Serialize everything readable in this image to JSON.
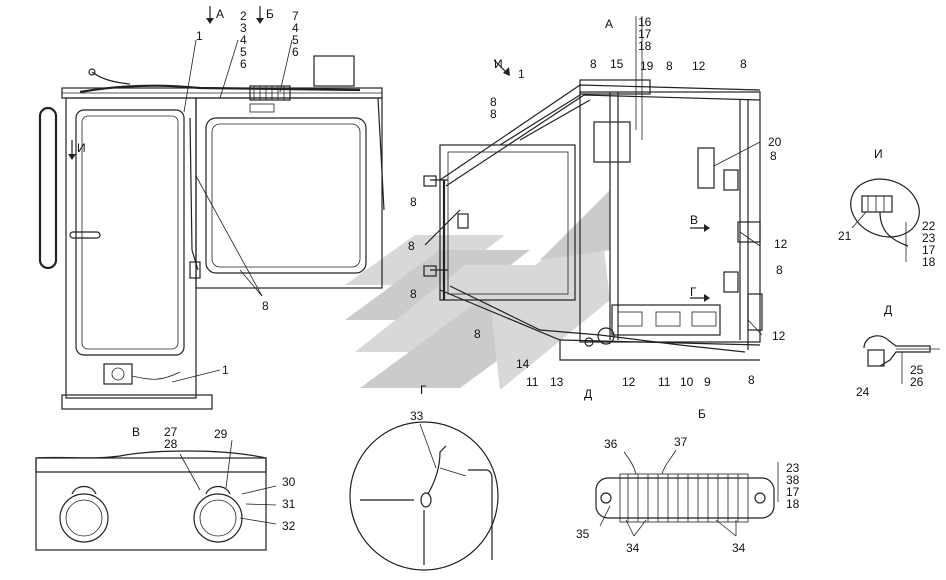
{
  "views": {
    "A": "А",
    "B": "Б",
    "V": "В",
    "G": "Г",
    "D": "Д",
    "I": "И"
  },
  "main_left": {
    "arrow_a": "А",
    "arrow_b": "Б",
    "col1": [
      "2",
      "3",
      "4",
      "5",
      "6"
    ],
    "col2": [
      "7",
      "4",
      "5",
      "6"
    ],
    "lbl_1_top": "1",
    "lbl_1_bottom": "1",
    "lbl_8": "8",
    "arrow_i": "И"
  },
  "main_right": {
    "title": "А",
    "col_top": [
      "16",
      "17",
      "18"
    ],
    "labels": {
      "i_arrow": "И",
      "n1": "1",
      "n8a": "8",
      "n15": "15",
      "n19": "19",
      "n8b": "8",
      "n12a": "12",
      "n8c": "8",
      "n8d": "8",
      "n20": "20",
      "n8e": "8",
      "n8f": "8",
      "n8g": "8",
      "n8h": "8",
      "n8i": "8",
      "v_arrow": "В",
      "n12b": "12",
      "g_arrow": "Г",
      "n8j": "8",
      "n12c": "12",
      "n8k": "8",
      "n14": "14",
      "n11a": "11",
      "n13": "13",
      "d_lbl": "Д",
      "n12d": "12",
      "n11b": "11",
      "n10": "10",
      "n9": "9",
      "n8l": "8"
    }
  },
  "detail_i": {
    "title": "И",
    "n21": "21",
    "col": [
      "22",
      "23",
      "17",
      "18"
    ]
  },
  "detail_d": {
    "title": "Д",
    "n24": "24",
    "col": [
      "25",
      "26"
    ]
  },
  "detail_v": {
    "title": "В",
    "col": [
      "27",
      "28"
    ],
    "n29": "29",
    "n30": "30",
    "n31": "31",
    "n32": "32"
  },
  "detail_g": {
    "title": "Г",
    "n33": "33"
  },
  "detail_b": {
    "title": "Б",
    "n36": "36",
    "n37": "37",
    "col": [
      "23",
      "38",
      "17",
      "18"
    ],
    "n35": "35",
    "n34a": "34",
    "n34b": "34"
  }
}
